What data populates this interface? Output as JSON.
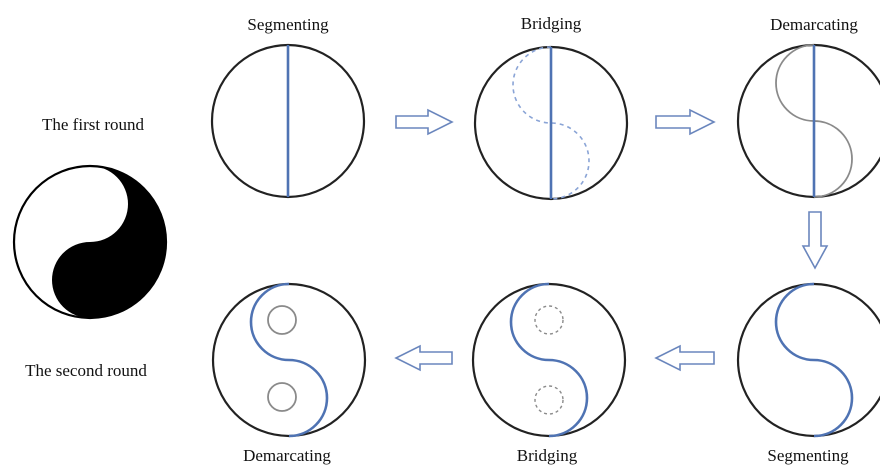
{
  "labels": {
    "first_round": "The first round",
    "second_round": "The second round"
  },
  "steps_round1": [
    {
      "label": "Segmenting"
    },
    {
      "label": "Bridging"
    },
    {
      "label": "Demarcating"
    }
  ],
  "steps_round2": [
    {
      "label": "Segmenting"
    },
    {
      "label": "Bridging"
    },
    {
      "label": "Demarcating"
    }
  ],
  "colors": {
    "outline": "#222222",
    "segment_line": "#4f73b3",
    "bridge_dashes": "#8aa4d6",
    "demarcation": "#8a8a8a",
    "arrow_stroke": "#6a86bd",
    "yin": "#000000",
    "yang": "#ffffff"
  }
}
